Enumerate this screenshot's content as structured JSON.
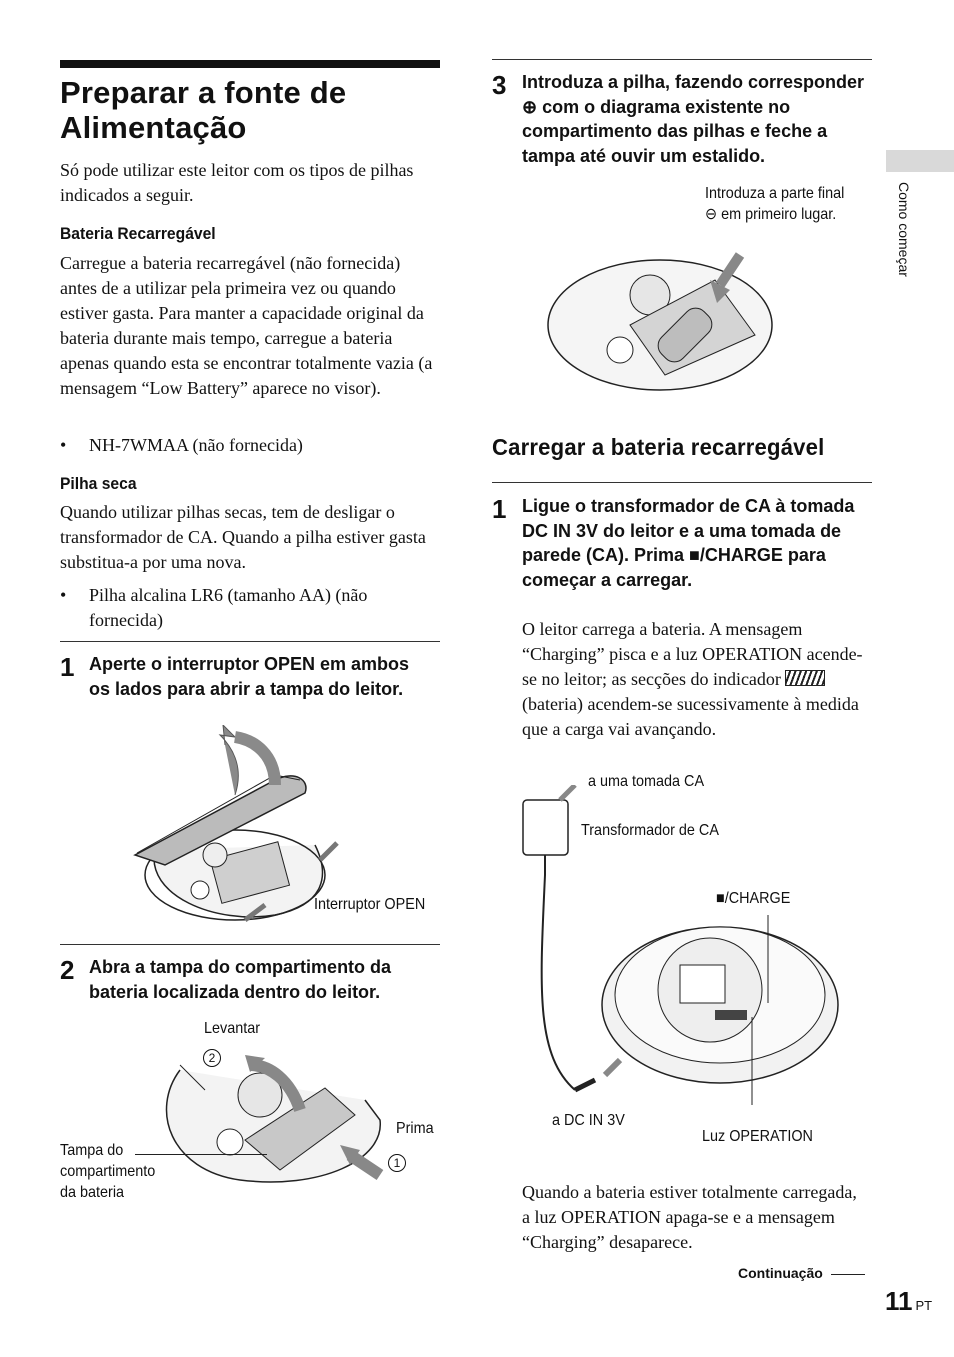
{
  "left": {
    "title": "Preparar a fonte de Alimentação",
    "intro": "Só pode utilizar este leitor com os tipos de pilhas indicados a seguir.",
    "rechargeable": {
      "heading": "Bateria Recarregável",
      "text": "Carregue a bateria recarregável (não fornecida) antes de a utilizar pela primeira vez ou quando estiver gasta. Para manter a capacidade original da bateria durante mais tempo, carregue a bateria apenas quando esta se encontrar totalmente vazia (a mensagem “Low Battery” aparece no visor).",
      "bullet": "NH-7WMAA (não fornecida)"
    },
    "dry": {
      "heading": "Pilha seca",
      "text": "Quando utilizar pilhas secas, tem de desligar o transformador de CA. Quando a pilha estiver gasta substitua-a por uma nova.",
      "bullet": "Pilha alcalina LR6 (tamanho AA) (não fornecida)"
    },
    "step1": {
      "num": "1",
      "text": "Aperte o interruptor OPEN em ambos os lados para abrir a tampa do leitor.",
      "label": "Interruptor OPEN"
    },
    "step2": {
      "num": "2",
      "text": "Abra a tampa do compartimento da bateria localizada dentro do leitor.",
      "label_lift": "Levantar",
      "label_press": "Prima",
      "label_lid": "Tampa do compartimento da bateria",
      "marker1": "1",
      "marker2": "2"
    }
  },
  "right": {
    "step3": {
      "num": "3",
      "text": "Introduza a pilha, fazendo corresponder ⊕ com o diagrama existente no compartimento das pilhas e feche a tampa até ouvir um estalido.",
      "note": "Introduza a parte final ⊖ em primeiro lugar."
    },
    "charge": {
      "heading": "Carregar a bateria recarregável",
      "step_num": "1",
      "step_text": "Ligue o transformador de CA à tomada DC IN 3V do leitor e a uma tomada de parede (CA). Prima ■/CHARGE para começar a carregar.",
      "body": "O leitor carrega a bateria. A mensagem “Charging” pisca e a luz OPERATION acende-se no leitor; as secções do indicador",
      "body2": "(bateria) acendem-se sucessivamente à medida que a carga vai avançando.",
      "label_outlet": "a uma tomada CA",
      "label_adapter": "Transformador de CA",
      "label_charge": "■/CHARGE",
      "label_dcin": "a DC IN 3V",
      "label_light": "Luz OPERATION",
      "after": "Quando a bateria estiver totalmente carregada, a luz OPERATION apaga-se e a mensagem “Charging” desaparece."
    },
    "continuation": "Continuação",
    "side_tab": "Como começar",
    "page_number": "11",
    "page_suffix": "PT"
  }
}
